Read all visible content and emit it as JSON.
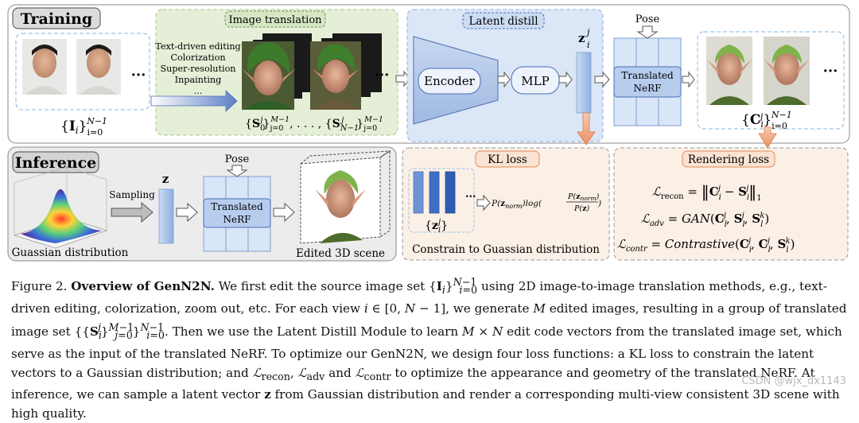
{
  "sections": {
    "training": "Training",
    "inference": "Inference",
    "image_translation": "Image translation",
    "latent_distill": "Latent distill",
    "kl_loss": "KL loss",
    "rendering_loss": "Rendering loss"
  },
  "edit_ops": [
    "Text-driven editing",
    "Colorization",
    "Super-resolution",
    "Inpainting",
    "..."
  ],
  "blocks": {
    "encoder": "Encoder",
    "mlp": "MLP",
    "translated_nerf_1": "Translated",
    "translated_nerf_2": "NeRF",
    "pose": "Pose",
    "sampling": "Sampling",
    "z": "z"
  },
  "labels": {
    "gaussian_distribution": "Guassian distribution",
    "edited_3d_scene": "Edited 3D scene",
    "constrain": "Constrain to Guassian distribution",
    "ellipsis": "···"
  },
  "caption": {
    "figure": "Figure 2.",
    "title": "Overview of GenN2N.",
    "t1": "We first edit the source image set",
    "t2": "using 2D image-to-image translation methods, e.g., text-driven editing, colorization, zoom out, etc. For each view",
    "t3": ", we generate",
    "t4": "edited images, resulting in a group of translated image set",
    "t5": ". Then we use the Latent Distill Module to learn",
    "t6": "edit code vectors from the translated image set, which serve as the input of the translated NeRF. To optimize our GenN2N, we design four loss functions: a KL loss to constrain the latent vectors to a Gaussian distribution; and",
    "t7": "to optimize the appearance and geometry of the translated NeRF. At inference, we can sample a latent vector",
    "t8": "from Gaussian distribution and render a corresponding multi-view consistent 3D scene with high quality."
  },
  "watermark": "CSDN @wjx_dx1143"
}
